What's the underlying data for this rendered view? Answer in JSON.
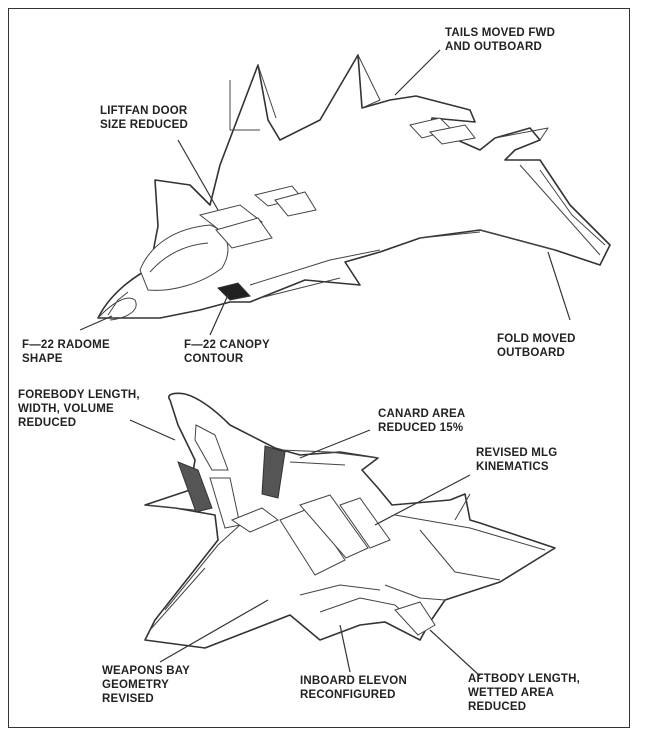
{
  "labels": {
    "tails": "TAILS MOVED FWD\nAND OUTBOARD",
    "liftfan": "LIFTFAN DOOR\nSIZE REDUCED",
    "radome": "F—22 RADOME\nSHAPE",
    "canopy": "F—22 CANOPY\nCONTOUR",
    "fold": "FOLD MOVED\nOUTBOARD",
    "forebody": "FOREBODY LENGTH,\nWIDTH, VOLUME\nREDUCED",
    "canard": "CANARD AREA\nREDUCED 15%",
    "mlg": "REVISED MLG\nKINEMATICS",
    "weapons": "WEAPONS BAY\nGEOMETRY\nREVISED",
    "elevon": "INBOARD ELEVON\nRECONFIGURED",
    "aftbody": "AFTBODY LENGTH,\nWETTED AREA\nREDUCED"
  },
  "colors": {
    "ink": "#222222",
    "frame": "#333333",
    "background": "#ffffff"
  }
}
